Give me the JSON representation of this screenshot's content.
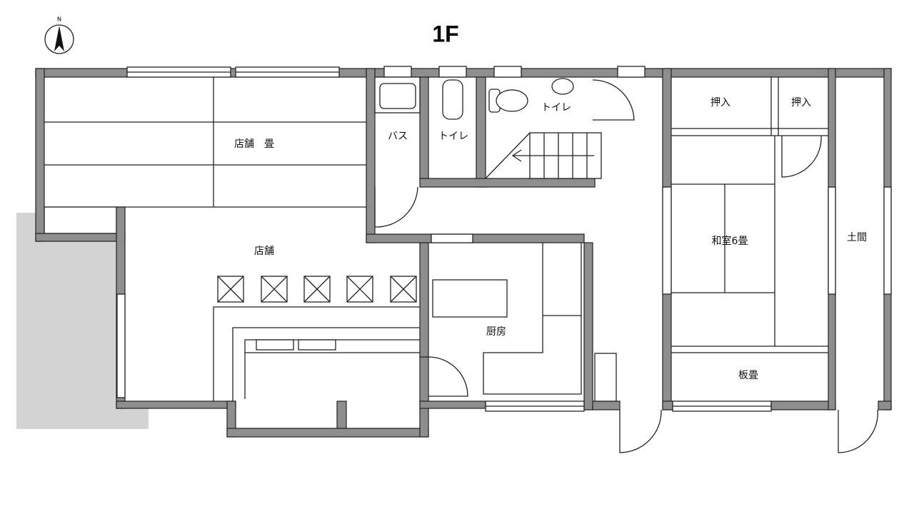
{
  "title": "1F",
  "compass": {
    "label": "N"
  },
  "rooms": {
    "shop_tatami": "店舗　畳",
    "shop": "店舗",
    "bath": "バス",
    "toilet1": "トイレ",
    "toilet2": "トイレ",
    "closet1": "押入",
    "closet2": "押入",
    "washitsu": "和室6畳",
    "doma": "土間",
    "kitchen": "厨房",
    "itatatami": "板畳"
  },
  "colors": {
    "wall": "#8e8e8e",
    "ground": "#d3d3d3",
    "line": "#222222"
  }
}
